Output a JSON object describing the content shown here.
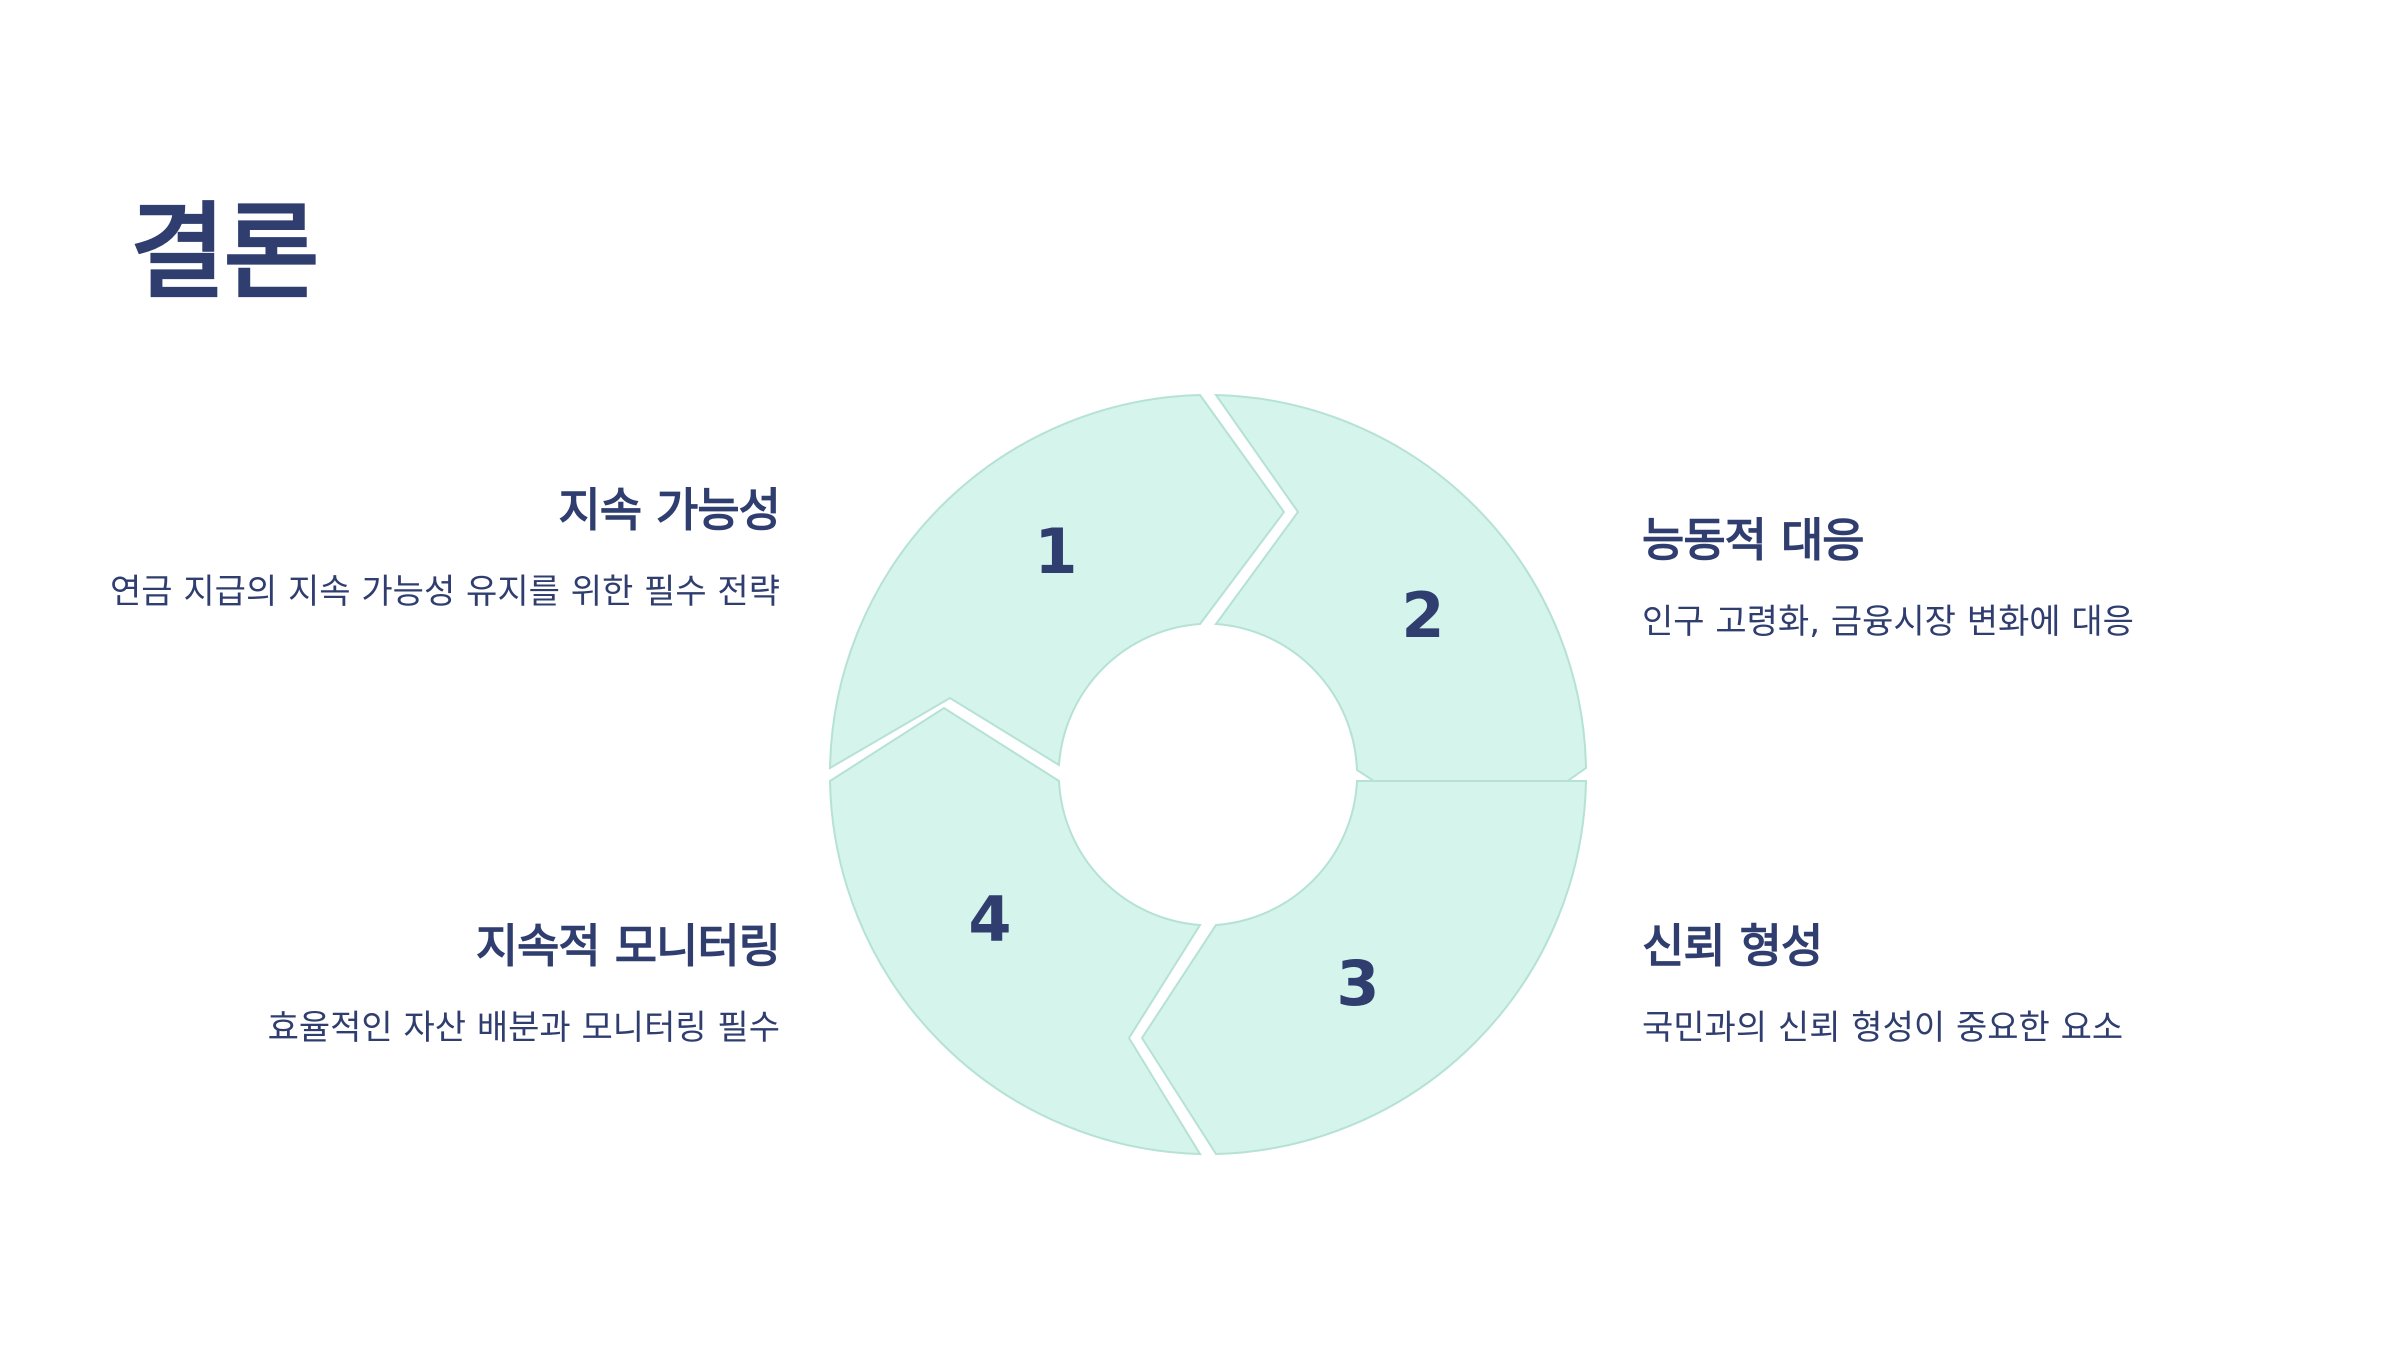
{
  "title": "결론",
  "diagram": {
    "segment_color": "#d5f4ec",
    "segment_stroke": "#b5e2d5",
    "text_color": "#2f3d6f",
    "steps": [
      {
        "number": "1",
        "heading": "지속 가능성",
        "description": "연금 지급의 지속 가능성 유지를 위한 필수 전략"
      },
      {
        "number": "2",
        "heading": "능동적 대응",
        "description": "인구 고령화, 금융시장 변화에 대응"
      },
      {
        "number": "3",
        "heading": "신뢰 형성",
        "description": "국민과의 신뢰 형성이 중요한 요소"
      },
      {
        "number": "4",
        "heading": "지속적 모니터링",
        "description": "효율적인 자산 배분과 모니터링 필수"
      }
    ]
  }
}
